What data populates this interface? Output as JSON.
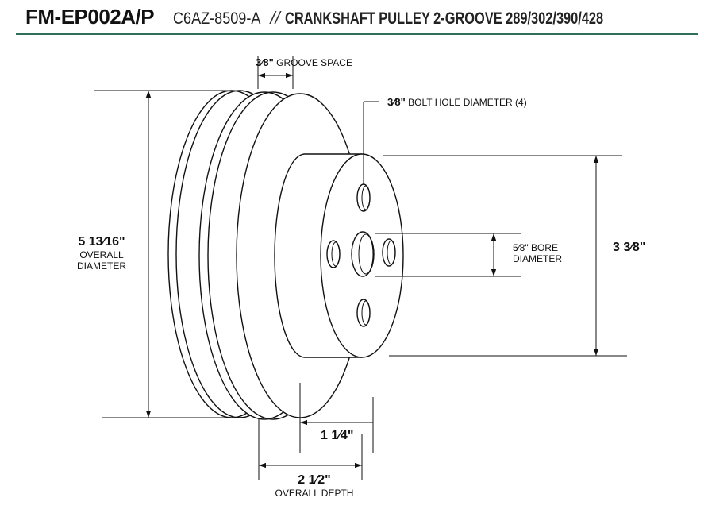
{
  "header": {
    "part_number": "FM-EP002A/P",
    "casting_number": "C6AZ-8509-A",
    "separator": "//",
    "description": "CRANKSHAFT PULLEY 2-GROOVE 289/302/390/428"
  },
  "dimensions": {
    "groove_space": {
      "value": "3⁄8\"",
      "label": "GROOVE SPACE"
    },
    "bolt_hole": {
      "value": "3⁄8\"",
      "label": "BOLT HOLE DIAMETER (4)"
    },
    "overall_diameter": {
      "value": "5 13⁄16\"",
      "label_line1": "OVERALL",
      "label_line2": "DIAMETER"
    },
    "bore": {
      "value": "5⁄8\" BORE",
      "label": "DIAMETER"
    },
    "hub_diameter": {
      "value": "3 3⁄8\""
    },
    "hub_depth": {
      "value": "1 1⁄4\""
    },
    "overall_depth": {
      "value": "2 1⁄2\"",
      "label": "OVERALL DEPTH"
    }
  }
}
